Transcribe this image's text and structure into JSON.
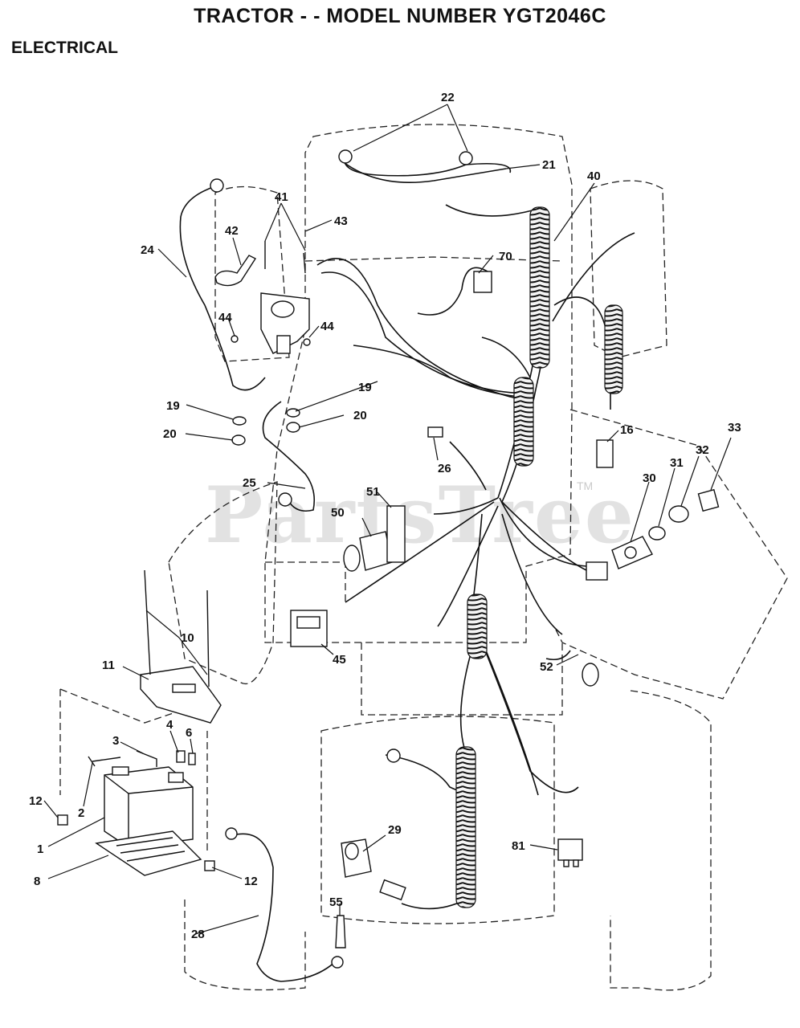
{
  "header": {
    "title": "TRACTOR - - MODEL NUMBER YGT2046C",
    "section": "ELECTRICAL"
  },
  "watermark": {
    "text": "PartsTree",
    "mark": "TM"
  },
  "colors": {
    "ink": "#111111",
    "watermark": "#969696",
    "background": "#ffffff"
  },
  "parts": {
    "p1": "1",
    "p2": "2",
    "p3": "3",
    "p4": "4",
    "p6": "6",
    "p8": "8",
    "p10": "10",
    "p11": "11",
    "p12a": "12",
    "p12b": "12",
    "p16": "16",
    "p19a": "19",
    "p19b": "19",
    "p20a": "20",
    "p20b": "20",
    "p21": "21",
    "p22": "22",
    "p24": "24",
    "p25": "25",
    "p26": "26",
    "p28": "28",
    "p29": "29",
    "p30": "30",
    "p31": "31",
    "p32": "32",
    "p33": "33",
    "p40": "40",
    "p41": "41",
    "p42": "42",
    "p43": "43",
    "p44a": "44",
    "p44b": "44",
    "p45": "45",
    "p50": "50",
    "p51": "51",
    "p52": "52",
    "p55": "55",
    "p70": "70",
    "p81": "81"
  }
}
